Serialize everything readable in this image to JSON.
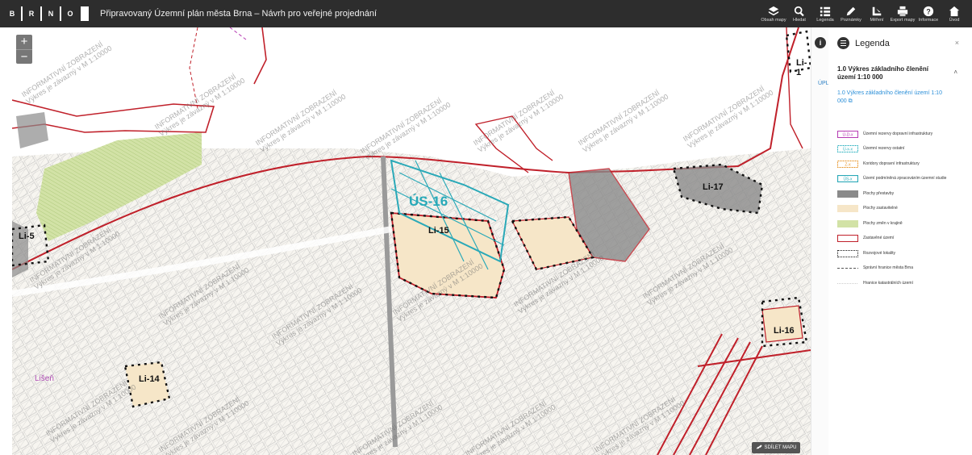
{
  "app": {
    "logo_letters": [
      "B",
      "R",
      "N",
      "O"
    ],
    "title": "Připravovaný Územní plán města Brna – Návrh pro veřejné projednání"
  },
  "toolbar": [
    {
      "id": "layers",
      "label": "Obsah mapy",
      "icon": "layers-icon"
    },
    {
      "id": "search",
      "label": "Hledat",
      "icon": "search-icon"
    },
    {
      "id": "legend",
      "label": "Legenda",
      "icon": "legend-icon"
    },
    {
      "id": "notes",
      "label": "Poznámky",
      "icon": "pencil-icon"
    },
    {
      "id": "measure",
      "label": "Měření",
      "icon": "ruler-icon"
    },
    {
      "id": "export",
      "label": "Export mapy",
      "icon": "printer-icon"
    },
    {
      "id": "info",
      "label": "Informace",
      "icon": "question-icon"
    },
    {
      "id": "home",
      "label": "Úvod",
      "icon": "home-icon"
    }
  ],
  "map": {
    "zoom_in": "+",
    "zoom_out": "−",
    "share_label": "SDÍLET MAPU",
    "labels": {
      "us16": "ÚS-16",
      "li15": "Li-15",
      "li17": "Li-17",
      "li5": "Li-5",
      "li14": "Li-14",
      "li16": "Li-16",
      "li1": "Li-1",
      "lisen": "Lišeň"
    },
    "watermark_line1": "INFORMATIVNÍ ZOBRAZENÍ",
    "watermark_line2": "Výkres je závazný v M 1:10000"
  },
  "side": {
    "info_glyph": "i",
    "upl_text": "ÚPL"
  },
  "legend": {
    "title": "Legenda",
    "close": "×",
    "caret": "˄",
    "section_title": "1.0 Výkres základního členění území 1:10 000",
    "link_text": "1.0 Výkres základního členění území 1:10 000 ⧉",
    "items": [
      {
        "label": "Územní rezervy dopravní infrastruktury",
        "symbol": "reserve-transport",
        "code": "Ú-D-x"
      },
      {
        "label": "Územní rezervy ostatní",
        "symbol": "reserve-other",
        "code": "Ú-x-x"
      },
      {
        "label": "Koridory dopravní infrastruktury",
        "symbol": "corridor",
        "code": "Z-x"
      },
      {
        "label": "Území podmíněná zpracováním územní studie",
        "symbol": "study-area",
        "code": "ÚS-x"
      },
      {
        "label": "Plochy přestavby",
        "symbol": "redevelopment"
      },
      {
        "label": "Plochy zastavitelné",
        "symbol": "buildable"
      },
      {
        "label": "Plochy změn v krajině",
        "symbol": "landscape-change"
      },
      {
        "label": "Zastavěné území",
        "symbol": "built-up"
      },
      {
        "label": "Rozvojové lokality",
        "symbol": "development"
      },
      {
        "label": "Správní hranice města Brna",
        "symbol": "admin-boundary"
      },
      {
        "label": "Hranice katastrálních území",
        "symbol": "cadastral-boundary"
      }
    ],
    "colors": {
      "reserve_transport": "#b63bb3",
      "reserve_other": "#2bb0bf",
      "corridor": "#e7952a",
      "study": "#2aa9b8",
      "redevelopment": "#8a8a8a",
      "buildable": "#f6e6c8",
      "landscape": "#d2e2a6",
      "built_up": "#c0202a"
    }
  }
}
